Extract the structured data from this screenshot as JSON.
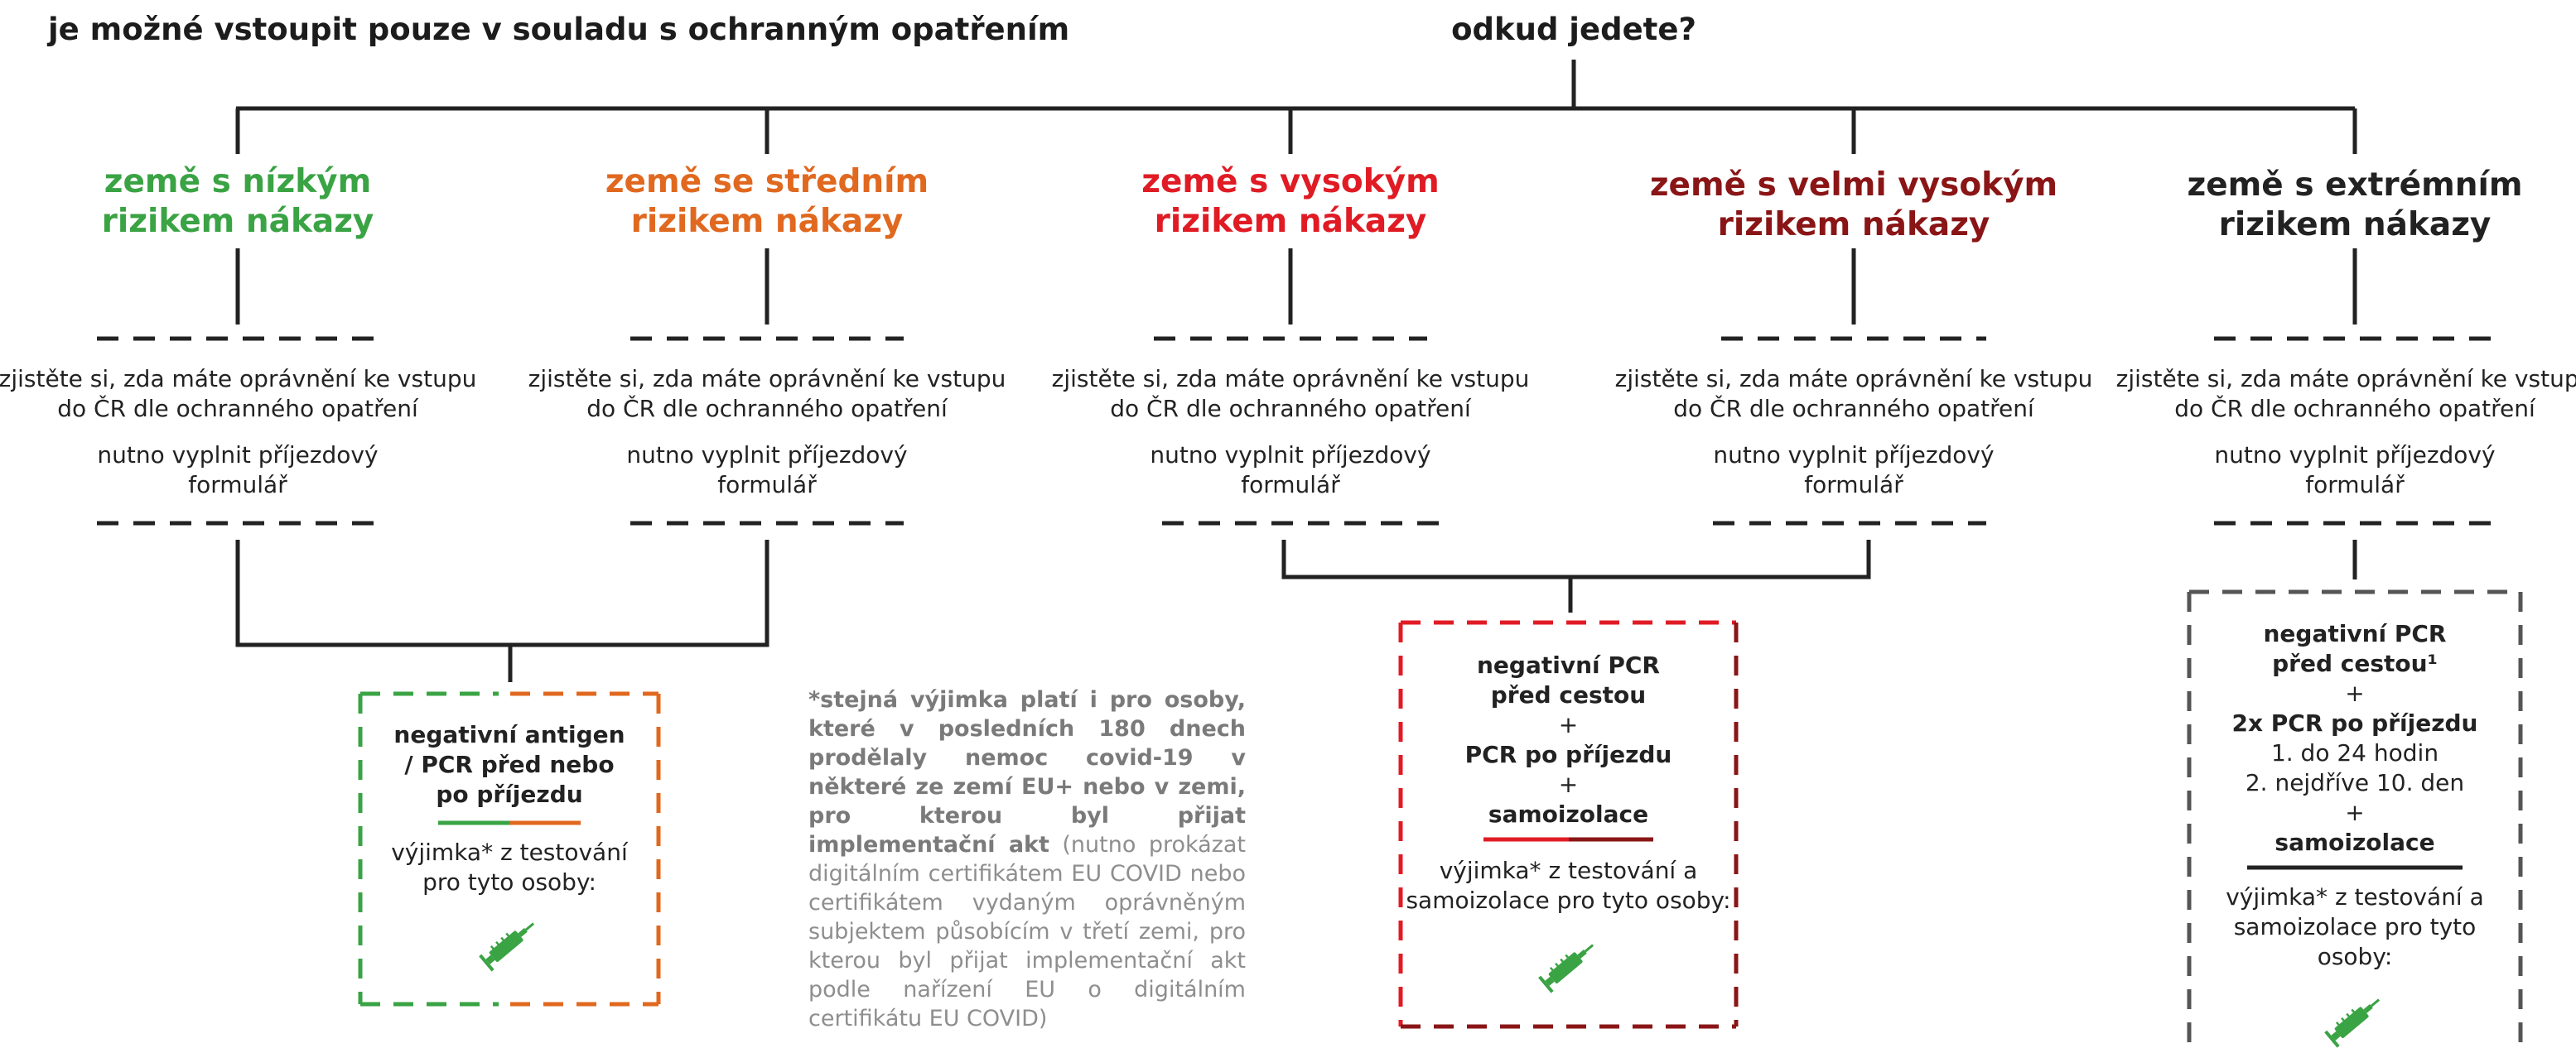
{
  "header": {
    "left_title": "je možné vstoupit pouze v souladu s ochranným opatřením",
    "question": "odkud jedete?"
  },
  "colors": {
    "low": "#3aa344",
    "medium": "#e0681f",
    "high": "#e01b24",
    "very_high": "#8a1516",
    "extreme": "#222222",
    "vaccine": "#3aa344",
    "note": "#8e8e8e"
  },
  "categories": [
    {
      "line1": "země s nízkým",
      "line2": "rizikem nákazy"
    },
    {
      "line1": "země se středním",
      "line2": "rizikem nákazy"
    },
    {
      "line1": "země s vysokým",
      "line2": "rizikem nákazy"
    },
    {
      "line1": "země s velmi vysokým",
      "line2": "rizikem nákazy"
    },
    {
      "line1": "země s extrémním",
      "line2": "rizikem nákazy"
    }
  ],
  "info": {
    "entry_line1": "zjistěte si, zda máte oprávnění ke vstupu",
    "entry_line2": "do ČR dle ochranného opatření",
    "form_line1": "nutno vyplnit příjezdový",
    "form_line2": "formulář"
  },
  "box_low_medium": {
    "l1": "negativní antigen",
    "l2": "/ PCR před nebo",
    "l3": "po příjezdu",
    "e1": "výjimka* z testování",
    "e2": "pro tyto osoby:",
    "icon": "syringe-icon"
  },
  "box_high": {
    "l1": "negativní PCR",
    "l2": "před cestou",
    "plus1": "+",
    "l3": "PCR po příjezdu",
    "plus2": "+",
    "l4": "samoizolace",
    "e1": "výjimka* z testování a",
    "e2": "samoizolace pro tyto osoby:",
    "icon": "syringe-icon"
  },
  "box_extreme": {
    "l1": "negativní PCR",
    "l2": "před cestou¹",
    "plus1": "+",
    "l3": "2x PCR po příjezdu",
    "l4": "1. do 24 hodin",
    "l5": "2. nejdříve 10. den",
    "plus2": "+",
    "l6": "samoizolace",
    "e1": "výjimka* z testování a",
    "e2": "samoizolace pro tyto osoby:",
    "icon": "syringe-icon"
  },
  "note": {
    "bold": "*stejná výjimka platí i pro osoby, které v posledních 180 dnech prodělaly nemoc covid-19 v některé ze zemí EU+ nebo v zemi, pro kterou byl přijat implementační akt",
    "rest": " (nutno prokázat digitálním certifikátem EU COVID nebo certifikátem vydaným oprávněným subjektem působícím v třetí zemi, pro kterou byl přijat implementační akt podle nařízení EU o digitálním certifikátu EU COVID)"
  }
}
